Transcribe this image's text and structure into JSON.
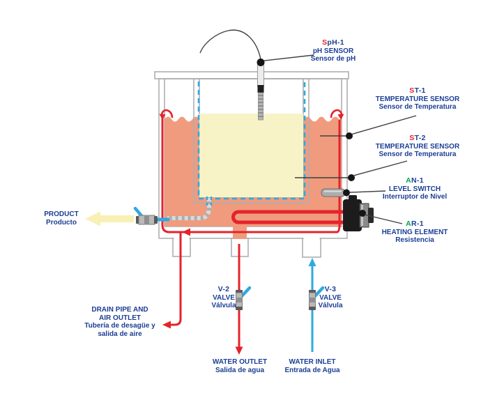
{
  "title": "Heated stirred tank / bath diagram",
  "colors": {
    "navy": "#1B3E94",
    "red": "#E4232B",
    "green": "#00A551",
    "cyan": "#2FA9DF",
    "salmon": "#F09B7E",
    "liquid": "#F8F3C6",
    "arrow_yellow": "#F8F0B4",
    "outline": "#AFAFAF"
  },
  "labels": {
    "ph": {
      "code_prefix": "S",
      "code_rest": "pH-1",
      "line1": "pH SENSOR",
      "line2": "Sensor de pH"
    },
    "st1": {
      "code_prefix": "S",
      "code_rest": "T-1",
      "line1": "TEMPERATURE SENSOR",
      "line2": "Sensor de Temperatura"
    },
    "st2": {
      "code_prefix": "S",
      "code_rest": "T-2",
      "line1": "TEMPERATURE SENSOR",
      "line2": "Sensor de Temperatura"
    },
    "an1": {
      "code_prefix": "A",
      "code_rest": "N-1",
      "line1": "LEVEL SWITCH",
      "line2": "Interruptor de Nivel"
    },
    "ar1": {
      "code_prefix": "A",
      "code_rest": "R-1",
      "line1": "HEATING ELEMENT",
      "line2": "Resistencia"
    },
    "product": {
      "line1": "PRODUCT",
      "line2": "Producto"
    },
    "drain": {
      "line1": "DRAIN PIPE AND",
      "line2": "AIR OUTLET",
      "line3": "Tubería de desagüe y",
      "line4": "salida de aire"
    },
    "v2": {
      "code": "V-2",
      "line1": "VALVE",
      "line2": "Válvula"
    },
    "v3": {
      "code": "V-3",
      "line1": "VALVE",
      "line2": "Válvula"
    },
    "water_outlet": {
      "line1": "WATER OUTLET",
      "line2": "Salida de agua"
    },
    "water_inlet": {
      "line1": "WATER INLET",
      "line2": "Entrada de Agua"
    }
  },
  "icons": {
    "valve": "valve-icon",
    "flow_arrow": "flow-arrow-icon",
    "sensor_point": "sensor-dot-icon",
    "circulation": "circulation-arrow-icon"
  }
}
